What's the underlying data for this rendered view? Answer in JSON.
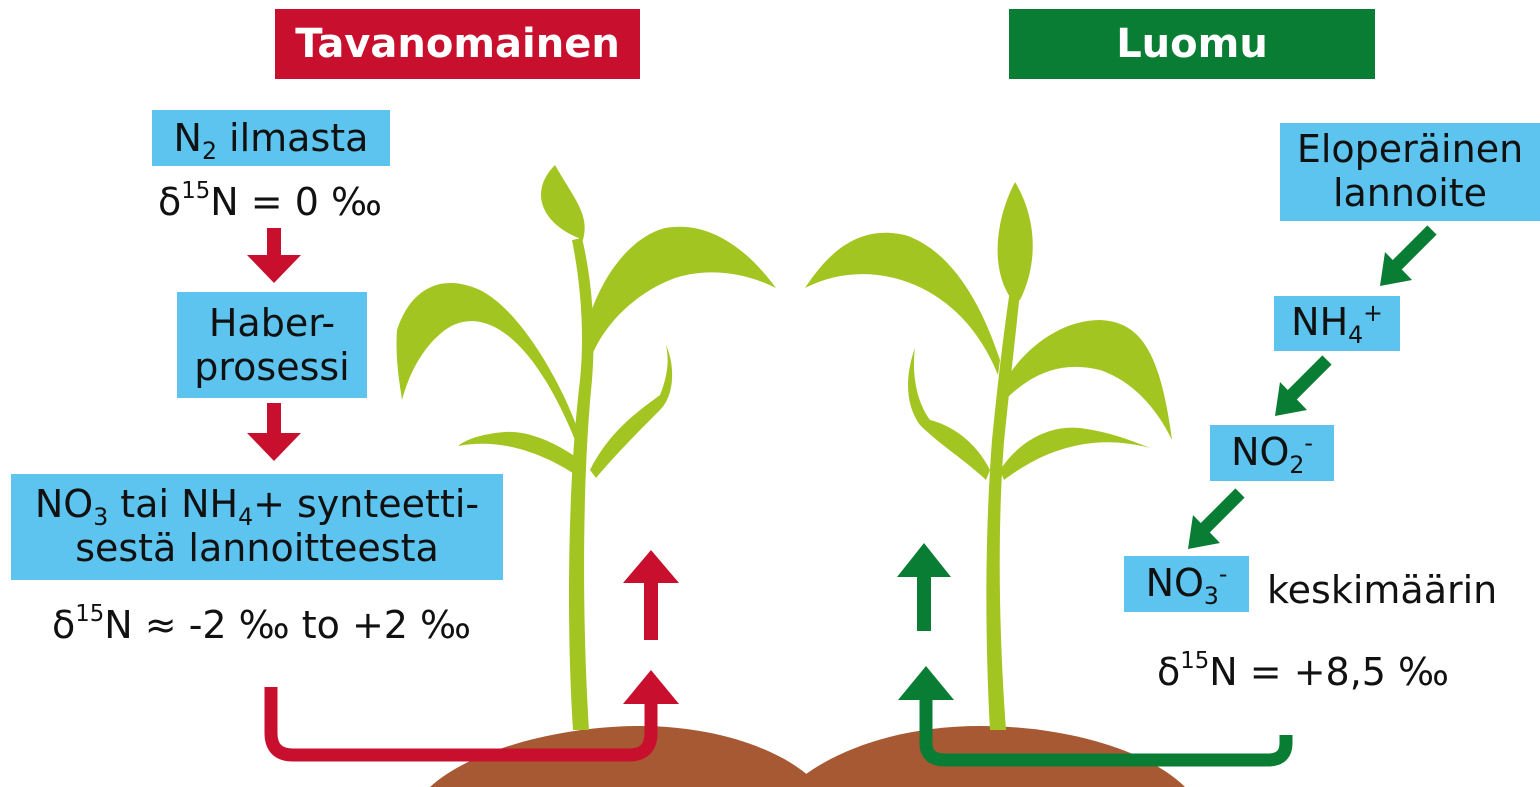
{
  "colors": {
    "conventional": "#c8102e",
    "organic": "#0a7d34",
    "box_fill": "#5cc4ee",
    "plant": "#a3c521",
    "soil": "#a65933"
  },
  "conventional": {
    "title": "Tavanomainen",
    "source_box": {
      "n": "N",
      "n_sub": "2",
      "rest": " ilmasta"
    },
    "source_delta": {
      "delta": "δ",
      "sup": "15",
      "rest": "N = 0 ‰"
    },
    "process_box": {
      "line1": "Haber-",
      "line2": "prosessi"
    },
    "fertilizer_box": {
      "a": "NO",
      "a_sub": "3",
      "b": " tai NH",
      "b_sub": "4",
      "c": "+ synteetti-",
      "line2": "sestä lannoitteesta"
    },
    "result_delta": {
      "delta": "δ",
      "sup": "15",
      "rest": "N ≈ -2 ‰ to +2 ‰"
    }
  },
  "organic": {
    "title": "Luomu",
    "source_box": {
      "line1": "Eloperäinen",
      "line2": "lannoite"
    },
    "ammonium": {
      "base": "NH",
      "sub": "4",
      "sup": "+"
    },
    "nitrite": {
      "base": "NO",
      "sub": "2",
      "sup": "-"
    },
    "nitrate": {
      "base": "NO",
      "sub": "3",
      "sup": "-"
    },
    "average_label": "keskimäärin",
    "result_delta": {
      "delta": "δ",
      "sup": "15",
      "rest": "N = +8,5 ‰"
    }
  }
}
